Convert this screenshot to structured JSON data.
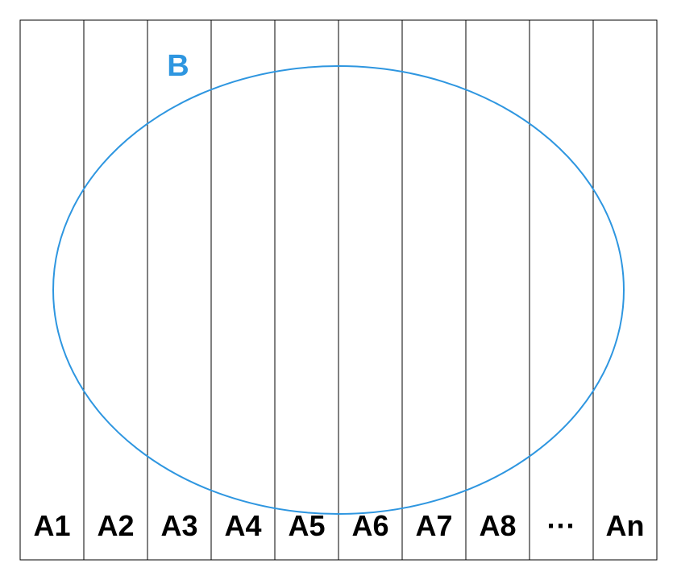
{
  "diagram": {
    "partitions": [
      {
        "label": "A1"
      },
      {
        "label": "A2"
      },
      {
        "label": "A3"
      },
      {
        "label": "A4"
      },
      {
        "label": "A5"
      },
      {
        "label": "A6"
      },
      {
        "label": "A7"
      },
      {
        "label": "A8"
      },
      {
        "label": "···"
      },
      {
        "label": "An"
      }
    ],
    "set_b": {
      "label": "B",
      "color": "#2E96E0"
    },
    "line_color": "#000000"
  }
}
